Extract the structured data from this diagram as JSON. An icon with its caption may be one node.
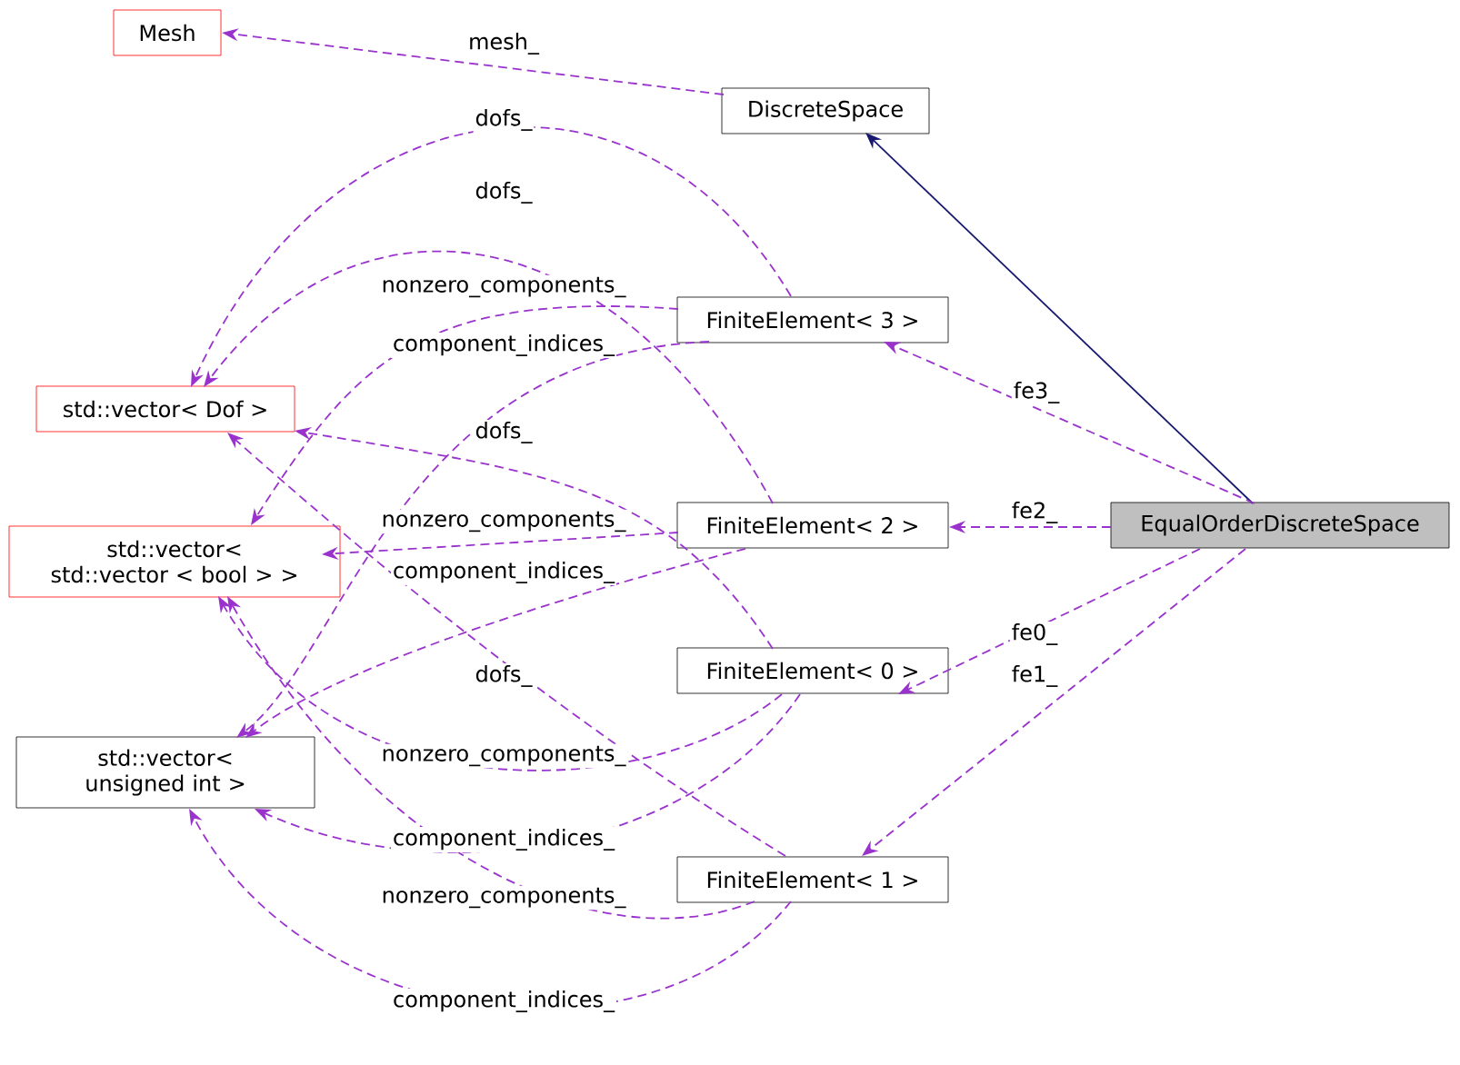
{
  "diagram": {
    "nodes": [
      {
        "text": [
          "Mesh"
        ]
      },
      {
        "text": [
          "DiscreteSpace"
        ]
      },
      {
        "text": [
          "std::vector< Dof >"
        ]
      },
      {
        "text": [
          "std::vector< std::vector < bool > >"
        ]
      },
      {
        "text": [
          "std::vector< unsigned int >"
        ]
      },
      {
        "text": [
          "FiniteElement< 3 >"
        ]
      },
      {
        "text": [
          "FiniteElement< 2 >"
        ]
      },
      {
        "text": [
          "FiniteElement< 0 >"
        ]
      },
      {
        "text": [
          "FiniteElement< 1 >"
        ]
      },
      {
        "text": [
          "EqualOrderDiscreteSpace"
        ]
      }
    ],
    "edges": [
      {
        "from": 1,
        "to": 0,
        "arrow": "to",
        "label": "mesh_",
        "style": "dashed"
      },
      {
        "from": 9,
        "to": 1,
        "arrow": "to",
        "color": "#191970"
      },
      {
        "from": 5,
        "to": 2,
        "arrow": "to",
        "label": "dofs_",
        "style": "dashed"
      },
      {
        "from": 6,
        "to": 2,
        "arrow": "to",
        "label": "dofs_",
        "style": "dashed"
      },
      {
        "from": 5,
        "to": 3,
        "arrow": "to",
        "label": "nonzero_components_",
        "style": "dashed"
      },
      {
        "from": 5,
        "to": 4,
        "arrow": "to",
        "label": "component_indices_",
        "style": "dashed"
      },
      {
        "from": 7,
        "to": 2,
        "arrow": "to",
        "label": "dofs_",
        "style": "dashed"
      },
      {
        "from": 6,
        "to": 3,
        "arrow": "to",
        "label": "nonzero_components_",
        "style": "dashed"
      },
      {
        "from": 6,
        "to": 4,
        "arrow": "to",
        "label": "component_indices_",
        "style": "dashed"
      },
      {
        "from": 8,
        "to": 2,
        "arrow": "to",
        "label": "dofs_",
        "style": "dashed"
      },
      {
        "from": 7,
        "to": 3,
        "arrow": "to",
        "label": "nonzero_components_",
        "style": "dashed"
      },
      {
        "from": 7,
        "to": 4,
        "arrow": "to",
        "label": "component_indices_",
        "style": "dashed"
      },
      {
        "from": 8,
        "to": 3,
        "arrow": "to",
        "label": "nonzero_components_",
        "style": "dashed"
      },
      {
        "from": 8,
        "to": 4,
        "arrow": "to",
        "label": "component_indices_",
        "style": "dashed"
      },
      {
        "from": 9,
        "to": 5,
        "arrow": "to",
        "label": "fe3_",
        "style": "dashed"
      },
      {
        "from": 9,
        "to": 6,
        "arrow": "to",
        "label": "fe2_",
        "style": "dashed"
      },
      {
        "from": 9,
        "to": 7,
        "arrow": "to",
        "label": "fe0_",
        "style": "dashed"
      },
      {
        "from": 9,
        "to": 8,
        "arrow": "to",
        "label": "fe1_",
        "style": "dashed"
      }
    ]
  }
}
